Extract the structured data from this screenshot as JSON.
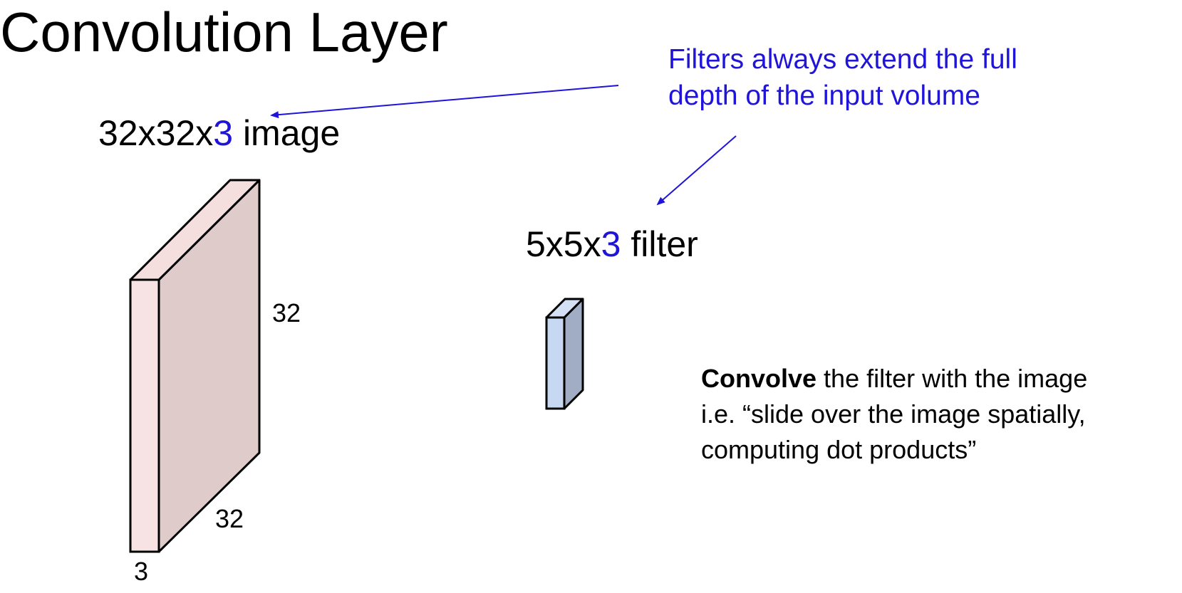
{
  "title": "Convolution Layer",
  "image": {
    "label_prefix": "32x32x",
    "label_depth": "3",
    "label_suffix": " image",
    "height_label": "32",
    "width_label": "32",
    "depth_label": "3"
  },
  "filter": {
    "label_prefix": "5x5x",
    "label_depth": "3",
    "label_suffix": " filter"
  },
  "annotation": {
    "line1": "Filters always extend the full",
    "line2": "depth of the input volume"
  },
  "convolve": {
    "bold": "Convolve",
    "line1_rest": " the filter with the image",
    "line2": "i.e. “slide over the image spatially,",
    "line3": "computing dot products”"
  },
  "colors": {
    "accent": "#1f14d8",
    "image_front": "#f7e3e3",
    "image_side": "#e0cbcb",
    "image_top": "#f4dede",
    "filter_front": "#c7d8f2",
    "filter_side": "#a0adc4",
    "filter_top": "#d4e1f5"
  }
}
